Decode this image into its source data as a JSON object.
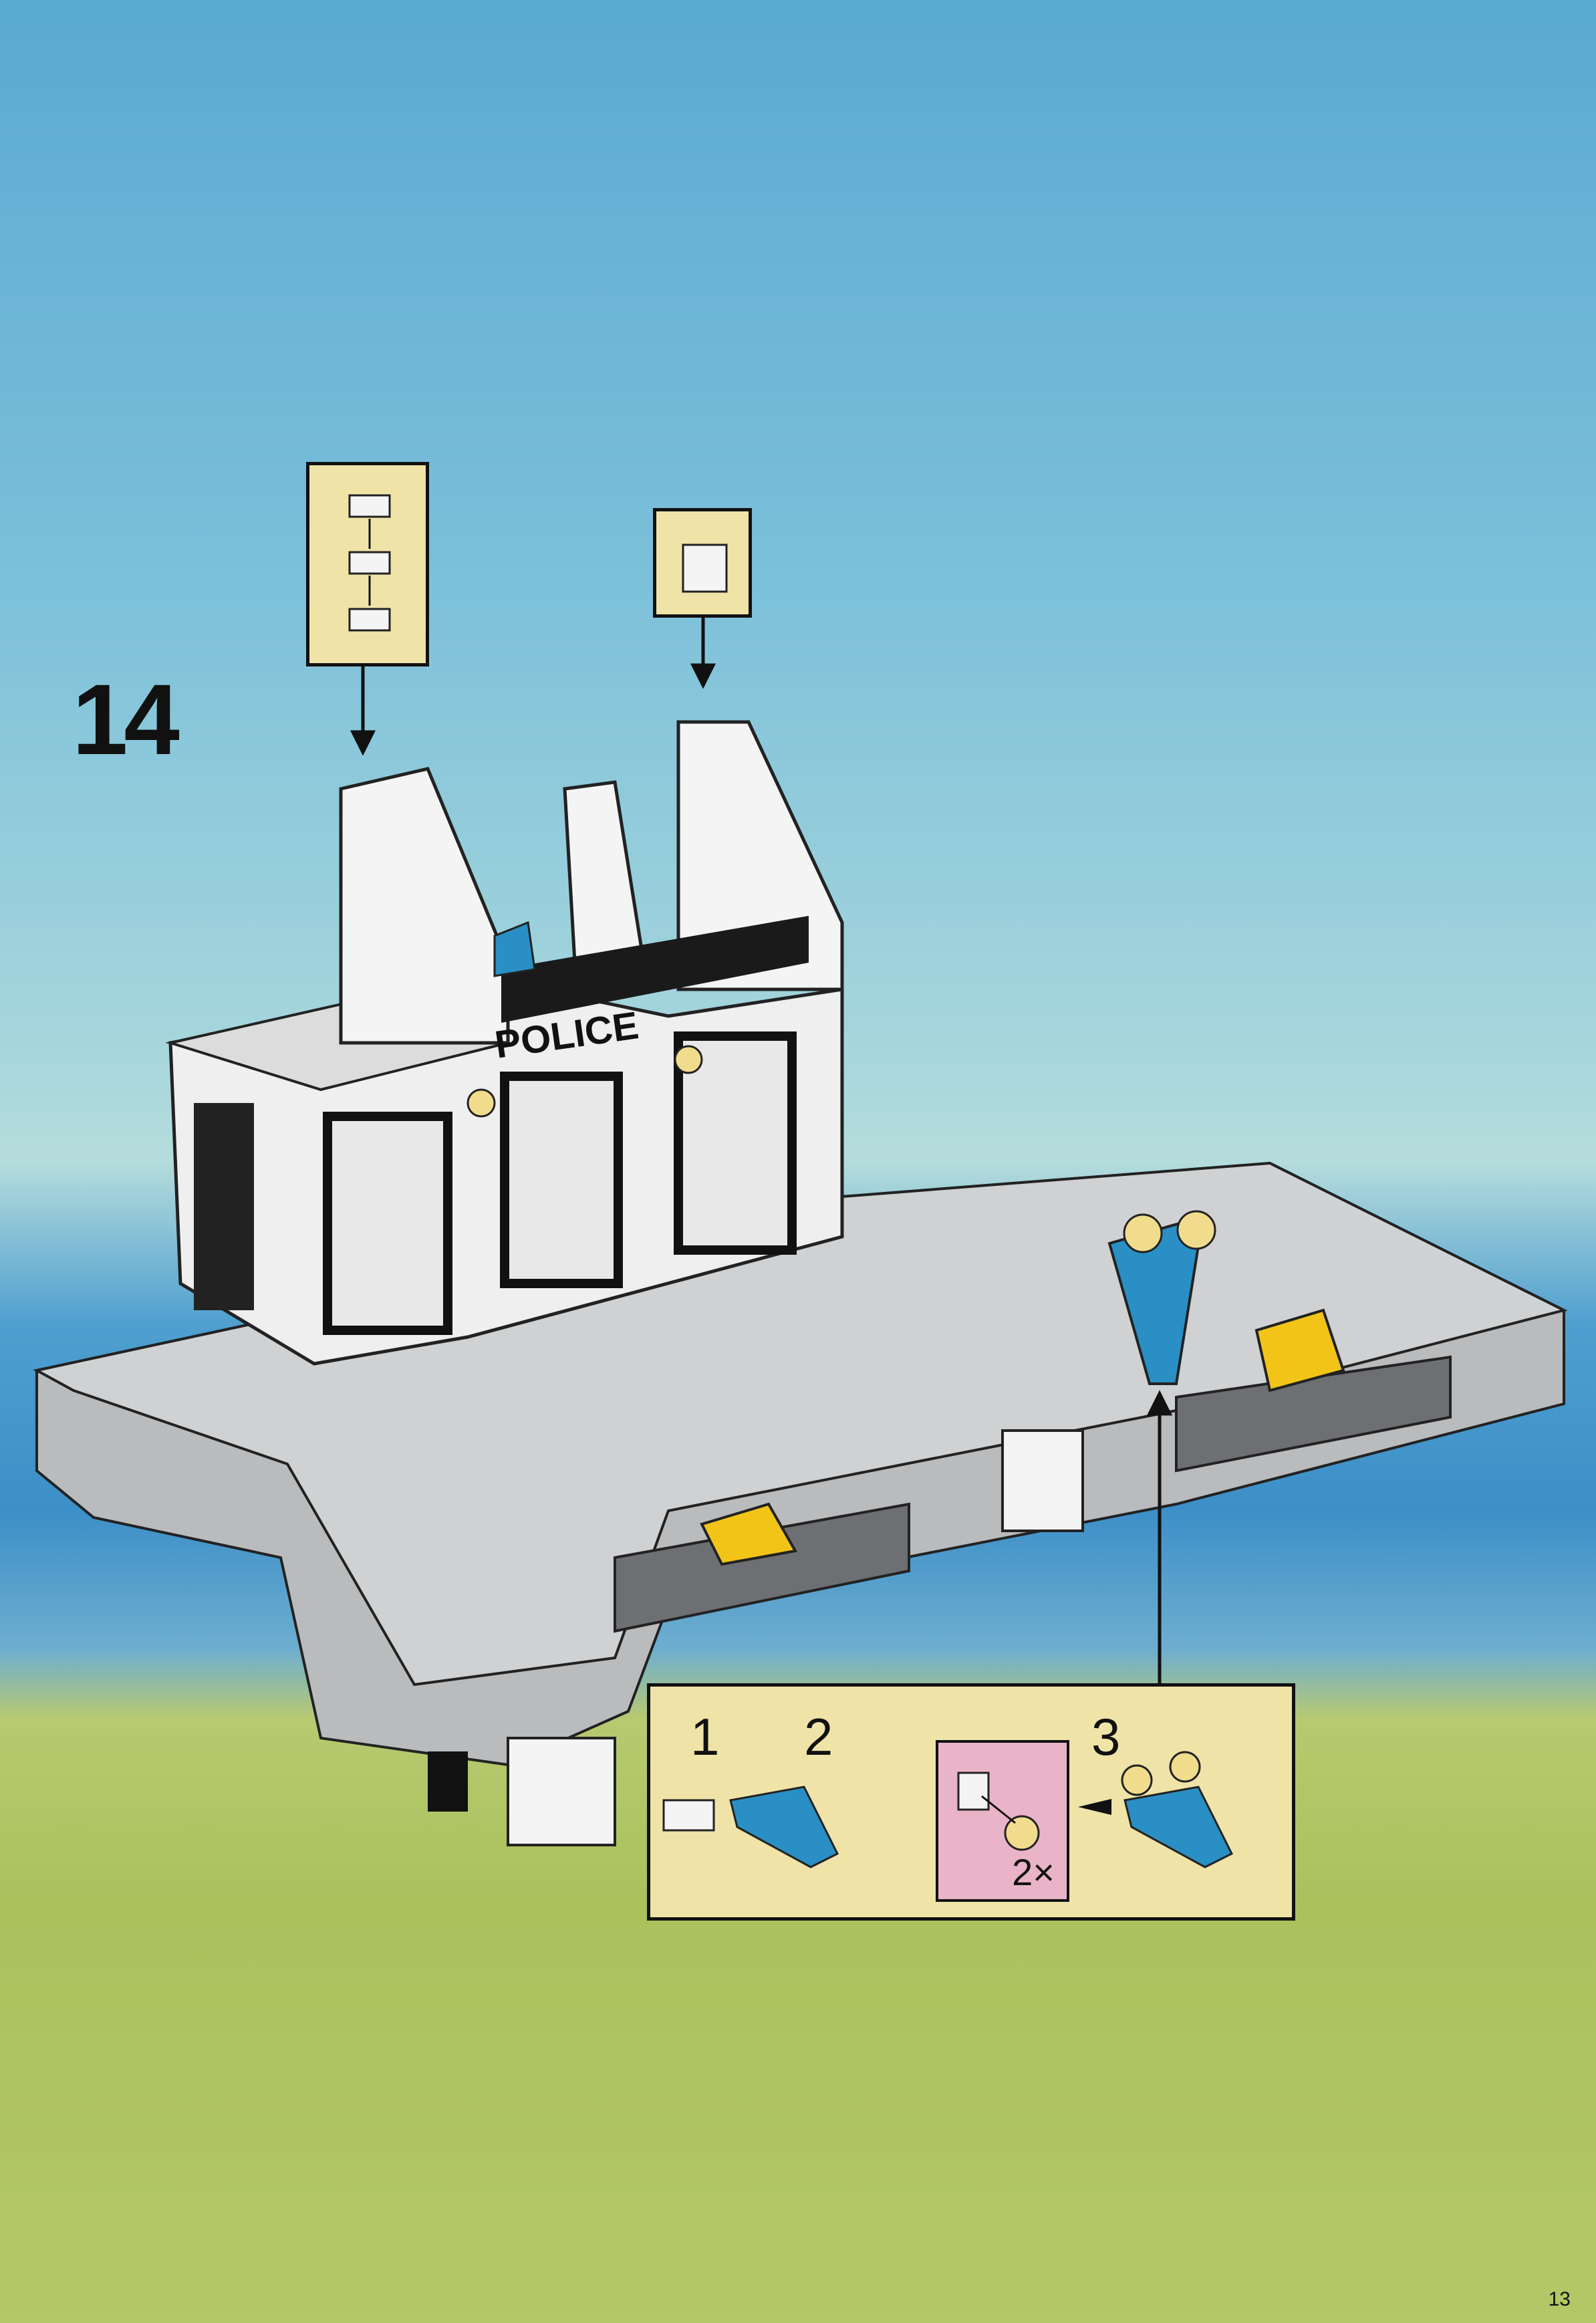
{
  "step": {
    "number": "14"
  },
  "building": {
    "sign": "POLICE"
  },
  "sub_assembly": {
    "steps": [
      "1",
      "2",
      "3"
    ],
    "multiplier": "2×"
  },
  "page": {
    "number": "13"
  },
  "colors": {
    "callout_bg": "#efe3a8",
    "pink_box": "#eab4c8",
    "blue_part": "#2a8fc4",
    "tan_part": "#f0dc8c",
    "baseplate": "#c9cbcc"
  }
}
